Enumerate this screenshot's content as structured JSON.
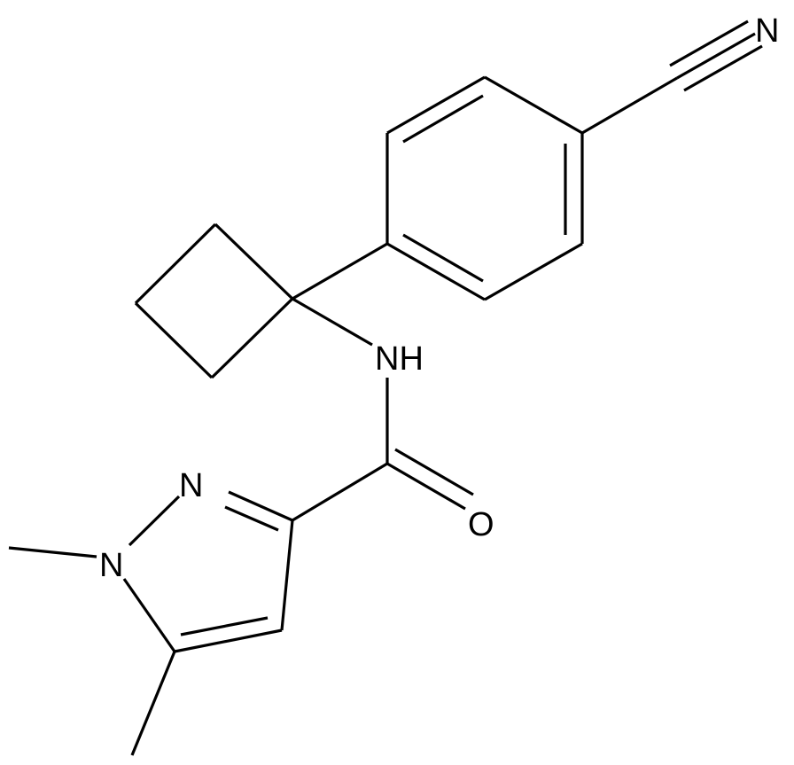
{
  "molecule": {
    "atoms": {
      "N_nitrile": "N",
      "NH_amide": "NH",
      "N_pyrazole_2": "N",
      "N_pyrazole_1": "N",
      "O_carbonyl": "O"
    },
    "colors": {
      "bond": "#000000",
      "label": "#000000",
      "background": "#ffffff"
    }
  }
}
